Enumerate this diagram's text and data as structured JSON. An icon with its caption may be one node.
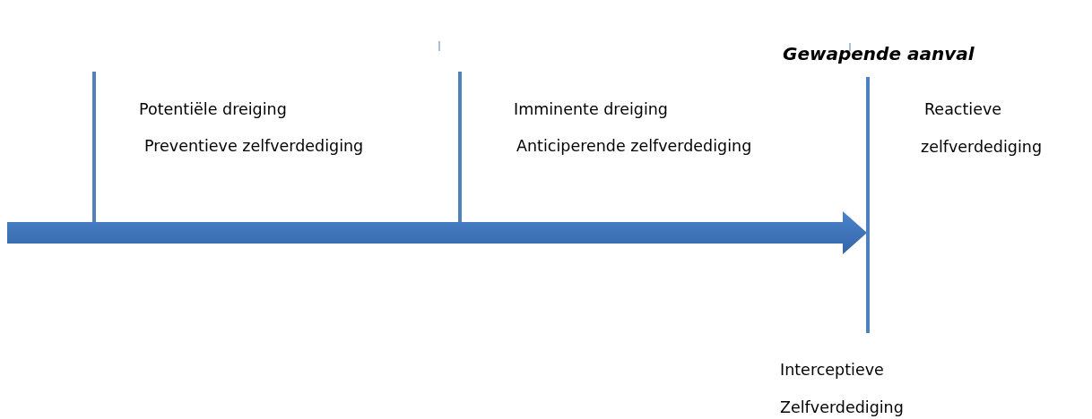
{
  "diagram": {
    "labels": [
      "Gewapende aanval",
      "Potentiële dreiging",
      "Preventieve zelfverdediging",
      "Imminente dreiging",
      "Anticiperende zelfverdediging",
      "Reactieve zelfverdediging",
      "Interceptieve Zelfverdediging"
    ]
  }
}
